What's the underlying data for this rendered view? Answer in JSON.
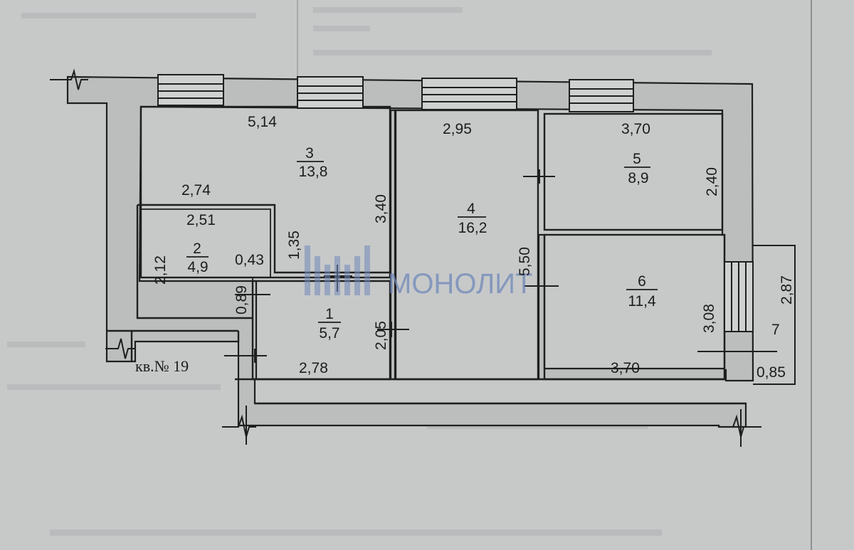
{
  "apartment_label": "кв.№ 19",
  "watermark": {
    "text": "МОНОЛИТ"
  },
  "rooms": [
    {
      "number": "1",
      "area": "5,7"
    },
    {
      "number": "2",
      "area": "4,9"
    },
    {
      "number": "3",
      "area": "13,8"
    },
    {
      "number": "4",
      "area": "16,2"
    },
    {
      "number": "5",
      "area": "8,9"
    },
    {
      "number": "6",
      "area": "11,4"
    },
    {
      "number": "7"
    }
  ],
  "dimensions": {
    "room3_top": "5,14",
    "room3_corridor": "2,74",
    "room3_depth": "3,40",
    "room3_step": "1,35",
    "room2_width": "2,51",
    "room2_depth": "2,12",
    "room2_wall": "0,43",
    "room1_door_gap": "0,89",
    "room1_width": "2,78",
    "room1_depth": "2,05",
    "room4_width": "2,95",
    "room4_depth": "5,50",
    "room5_width": "3,70",
    "room5_depth": "2,40",
    "room6_width": "3,70",
    "room6_depth": "3,08",
    "balcony_depth": "2,87",
    "balcony_width": "0,85"
  }
}
